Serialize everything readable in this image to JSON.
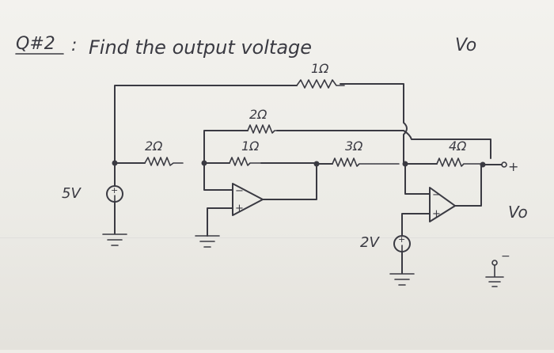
{
  "question": {
    "number": "Q#2",
    "separator": ":",
    "text": "Find the output voltage",
    "symbol": "Vo"
  },
  "resistors": {
    "r_top_long": "1Ω",
    "r_input": "2Ω",
    "r_feedback_top": "2Ω",
    "r_feedback_inner": "1Ω",
    "r_stage2_in": "3Ω",
    "r_stage2_fb": "4Ω"
  },
  "sources": {
    "left": "5V",
    "right": "2V",
    "polarity_plus": "+",
    "polarity_minus": "−"
  },
  "opamps": {
    "minus": "−",
    "plus": "+"
  },
  "output": {
    "plus": "+",
    "minus": "−",
    "label": "Vo"
  },
  "colors": {
    "ink": "#3a3a42",
    "paper": "#efede8"
  }
}
